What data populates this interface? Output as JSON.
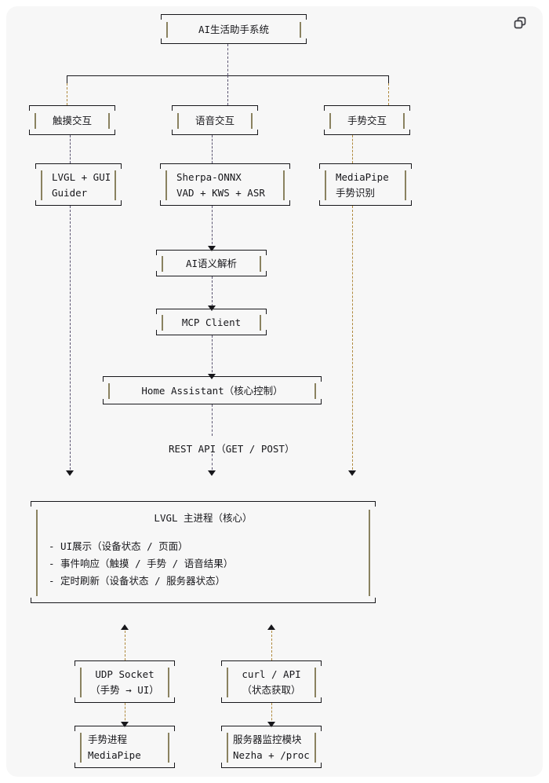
{
  "card": {
    "background": "#f7f7f7",
    "page_background": "#ffffff"
  },
  "toolbar": {
    "copy_icon": "copy-icon",
    "copy_label": "复制"
  },
  "colors": {
    "ink": "#17171b",
    "dash_purple": "#5a5470",
    "dash_olive": "#b08a3e",
    "pipe": "#8a8260"
  },
  "diagram": {
    "type": "ascii-architecture-tree",
    "title": "AI生活助手系统",
    "nodes": {
      "root": {
        "lines": [
          "AI生活助手系统"
        ]
      },
      "touch": {
        "lines": [
          "触摸交互"
        ]
      },
      "voice": {
        "lines": [
          "语音交互"
        ]
      },
      "gesture": {
        "lines": [
          "手势交互"
        ]
      },
      "lvgl_gui": {
        "lines": [
          "LVGL + GUI",
          "Guider"
        ]
      },
      "sherpa": {
        "lines": [
          "Sherpa-ONNX",
          "VAD + KWS + ASR"
        ]
      },
      "mediapipe": {
        "lines": [
          "MediaPipe",
          "手势识别"
        ]
      },
      "semantic": {
        "lines": [
          "AI语义解析"
        ]
      },
      "mcp": {
        "lines": [
          "MCP Client"
        ]
      },
      "home_assistant": {
        "lines": [
          "Home Assistant（核心控制）"
        ]
      },
      "lvgl_main": {
        "title": "LVGL 主进程（核心）",
        "bullets": [
          "- UI展示（设备状态 / 页面）",
          "- 事件响应（触摸 / 手势 / 语音结果）",
          "- 定时刷新（设备状态 / 服务器状态）"
        ]
      },
      "udp_socket": {
        "lines": [
          "UDP Socket",
          "（手势 → UI）"
        ]
      },
      "curl_api": {
        "lines": [
          "curl / API",
          "（状态获取）"
        ]
      },
      "gesture_proc": {
        "lines": [
          "手势进程",
          "MediaPipe"
        ]
      },
      "server_monitor": {
        "lines": [
          "服务器监控模块",
          "Nezha + /proc"
        ]
      }
    },
    "edge_labels": {
      "rest_api": "REST API（GET / POST）"
    }
  }
}
